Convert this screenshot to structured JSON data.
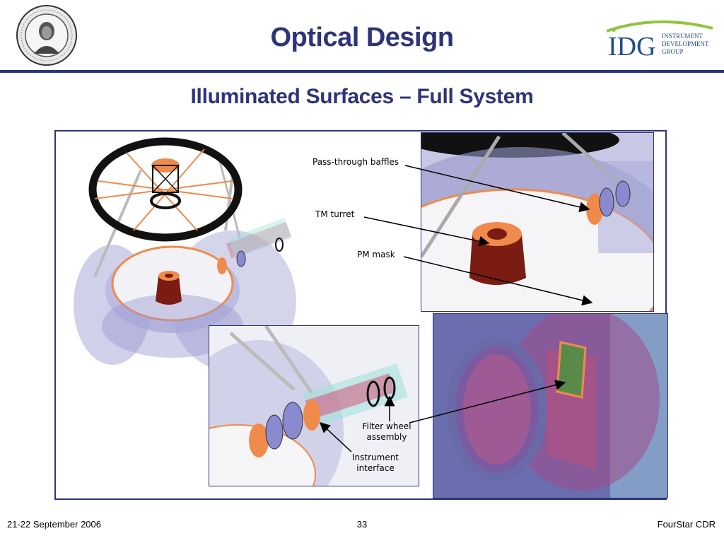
{
  "slide": {
    "title": "Optical Design",
    "subtitle": "Illuminated Surfaces – Full System"
  },
  "logos": {
    "left_seal": {
      "icon": "carnegie-institution-seal",
      "text_top": "CARNEGIE INSTITUTION OF WASHINGTON",
      "year": "1902"
    },
    "right": {
      "icon": "idg-logo",
      "mark": "IDG",
      "line1": "INSTRUMENT",
      "line2": "DEVELOPMENT",
      "line3": "GROUP"
    }
  },
  "labels": {
    "pass_through_baffles": "Pass-through baffles",
    "tm_turret": "TM turret",
    "pm_mask": "PM mask",
    "filter_wheel_1": "Filter wheel",
    "filter_wheel_2": "assembly",
    "instrument_interface_1": "Instrument",
    "instrument_interface_2": "interface"
  },
  "footer": {
    "date": "21-22 September 2006",
    "page": "33",
    "project": "FourStar CDR"
  },
  "colors": {
    "navy": "#2e3479",
    "orange": "#f08a4b",
    "maroon": "#7a1c12",
    "lavender": "#a9a9d8",
    "idg_green": "#8dc63f",
    "idg_blue": "#1f4e8c"
  }
}
